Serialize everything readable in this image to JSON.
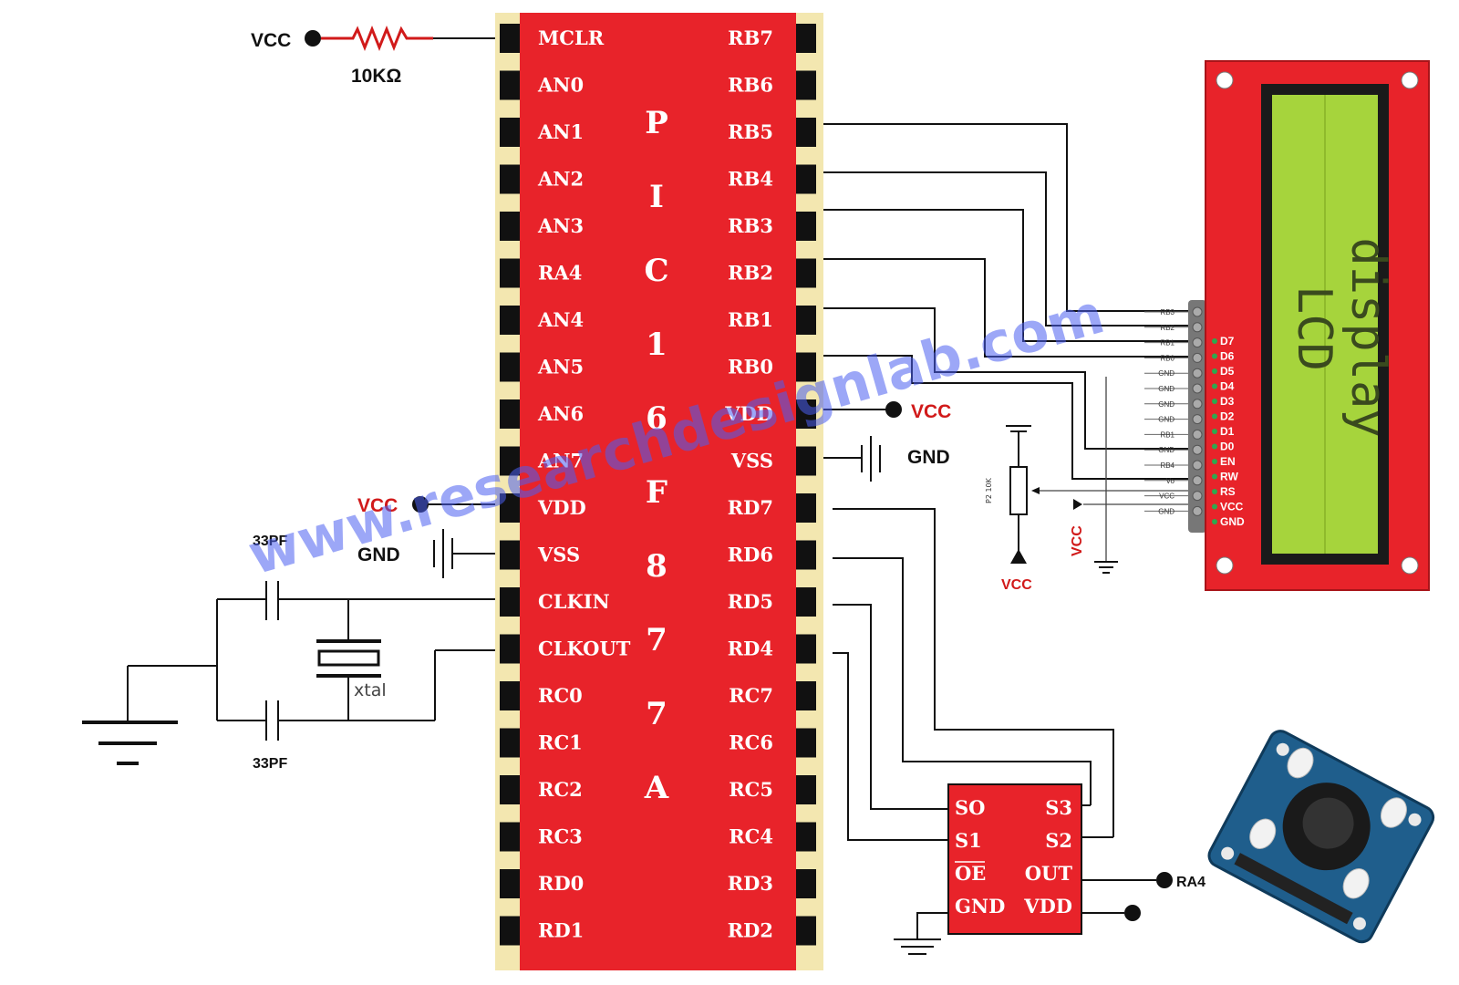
{
  "watermark": "www.researchdesignlab.com",
  "mcu": {
    "name_letters": [
      "P",
      "I",
      "C",
      "1",
      "6",
      "F",
      "8",
      "7",
      "7",
      "A"
    ],
    "left_pins": [
      "MCLR",
      "AN0",
      "AN1",
      "AN2",
      "AN3",
      "RA4",
      "AN4",
      "AN5",
      "AN6",
      "AN7",
      "VDD",
      "VSS",
      "CLKIN",
      "CLKOUT",
      "RC0",
      "RC1",
      "RC2",
      "RC3",
      "RD0",
      "RD1"
    ],
    "right_pins": [
      "RB7",
      "RB6",
      "RB5",
      "RB4",
      "RB3",
      "RB2",
      "RB1",
      "RB0",
      "VDD",
      "VSS",
      "RD7",
      "RD6",
      "RD5",
      "RD4",
      "RC7",
      "RC6",
      "RC5",
      "RC4",
      "RD3",
      "RD2"
    ]
  },
  "labels": {
    "vcc": "VCC",
    "gnd": "GND",
    "resistor": "10KΩ",
    "cap_top": "33PF",
    "cap_bottom": "33PF",
    "xtal": "xtal",
    "ra4": "RA4",
    "pot": "P2 10K"
  },
  "lcd": {
    "screen_text": [
      "LCD",
      "display"
    ],
    "pins": [
      "D7",
      "D6",
      "D5",
      "D4",
      "D3",
      "D2",
      "D1",
      "D0",
      "EN",
      "RW",
      "RS",
      "VCC",
      "GND"
    ],
    "connector_labels": [
      "RB3",
      "RB2",
      "RB1",
      "RB0",
      "GND",
      "GND",
      "GND",
      "GND",
      "RB1",
      "GND",
      "RB4",
      "Vo",
      "VCC",
      "GND"
    ]
  },
  "sensor": {
    "pins_left": [
      "SO",
      "S1",
      "OE",
      "GND"
    ],
    "pins_right": [
      "S3",
      "S2",
      "OUT",
      "VDD"
    ]
  },
  "colors": {
    "chip_red": "#e8232a",
    "pin_pad": "#111111",
    "pin_frame": "#f3e7b0",
    "lcd_board": "#e8232a",
    "lcd_screen": "#a6d43c",
    "vcc_red": "#d11a1a"
  }
}
